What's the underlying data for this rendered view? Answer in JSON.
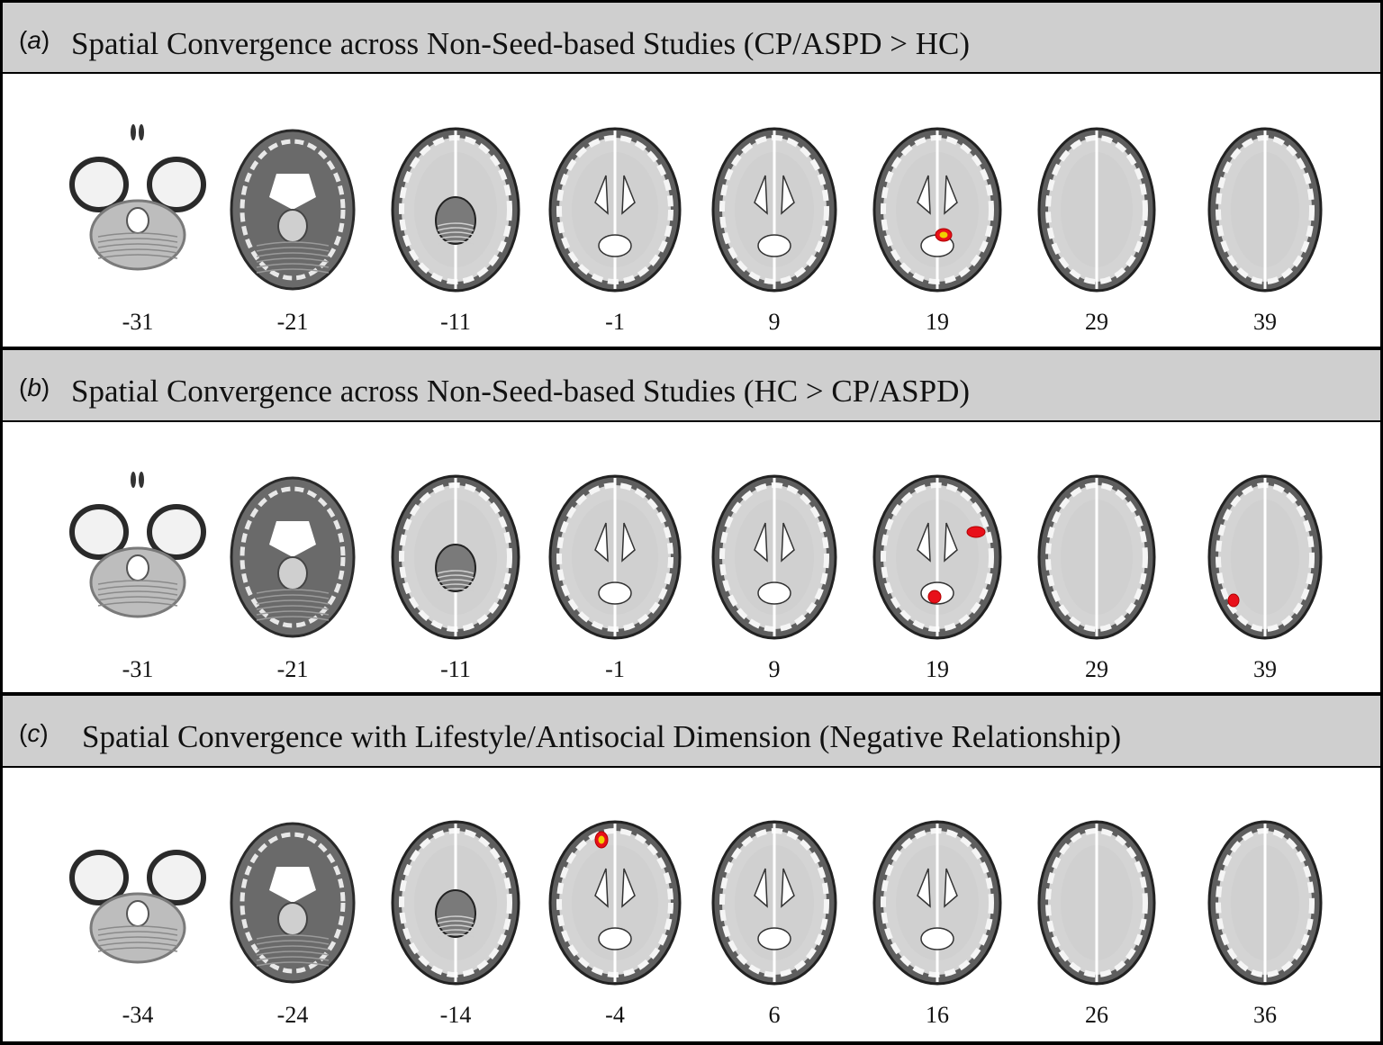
{
  "panels": [
    {
      "letter_open": "(",
      "letter": "a",
      "letter_close": ")",
      "title": "Spatial Convergence across Non-Seed-based Studies (CP/ASPD > HC)",
      "slices": [
        "-31",
        "-21",
        "-11",
        "-1",
        "9",
        "19",
        "29",
        "39"
      ]
    },
    {
      "letter_open": "(",
      "letter": "b",
      "letter_close": ")",
      "title": "Spatial Convergence across Non-Seed-based Studies (HC > CP/ASPD)",
      "slices": [
        "-31",
        "-21",
        "-11",
        "-1",
        "9",
        "19",
        "29",
        "39"
      ]
    },
    {
      "letter_open": "(",
      "letter": "c",
      "letter_close": ")",
      "title": "Spatial Convergence with Lifestyle/Antisocial Dimension (Negative Relationship)",
      "slices": [
        "-34",
        "-24",
        "-14",
        "-4",
        "6",
        "16",
        "26",
        "36"
      ]
    }
  ],
  "colors": {
    "cluster": "#e8101a",
    "cluster_core": "#f0d000",
    "header_bg": "#cfcfcf"
  }
}
